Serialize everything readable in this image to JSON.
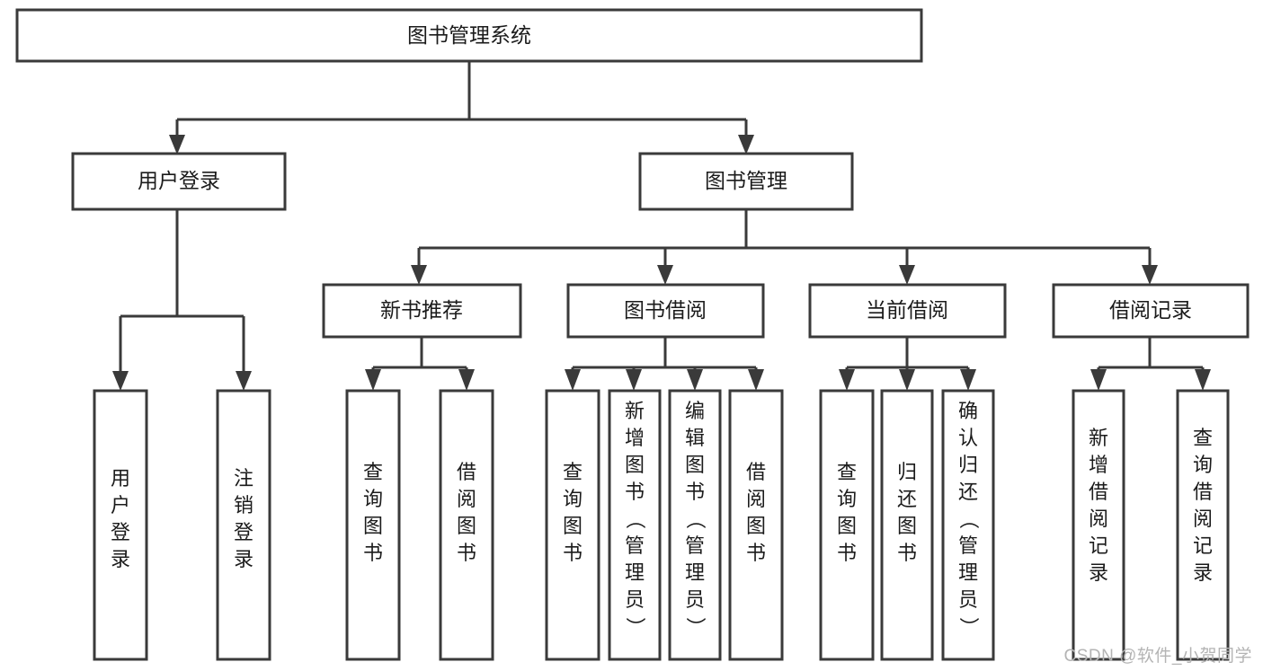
{
  "diagram": {
    "type": "tree-hierarchy-chart",
    "title": "图书管理系统",
    "background_color": "#ffffff",
    "line_color": "#3a3a3a",
    "text_color": "#1b1b1b",
    "watermark": "CSDN @软件_小贺同学",
    "root": {
      "id": "root",
      "label": "图书管理系统",
      "orientation": "horizontal"
    },
    "level2": [
      {
        "id": "user-login",
        "label": "用户登录",
        "orientation": "horizontal"
      },
      {
        "id": "book-management",
        "label": "图书管理",
        "orientation": "horizontal"
      }
    ],
    "level3": [
      {
        "id": "new-book-recommend",
        "label": "新书推荐",
        "orientation": "horizontal",
        "parent": "book-management"
      },
      {
        "id": "book-borrow",
        "label": "图书借阅",
        "orientation": "horizontal",
        "parent": "book-management"
      },
      {
        "id": "current-borrow",
        "label": "当前借阅",
        "orientation": "horizontal",
        "parent": "book-management"
      },
      {
        "id": "borrow-record",
        "label": "借阅记录",
        "orientation": "horizontal",
        "parent": "book-management"
      }
    ],
    "leaves": [
      {
        "id": "leaf-user-login",
        "label": "用户登录",
        "orientation": "vertical",
        "parent": "user-login"
      },
      {
        "id": "leaf-user-logout",
        "label": "注销登录",
        "orientation": "vertical",
        "parent": "user-login"
      },
      {
        "id": "leaf-query-book-1",
        "label": "查询图书",
        "orientation": "vertical",
        "parent": "new-book-recommend"
      },
      {
        "id": "leaf-borrow-book-1",
        "label": "借阅图书",
        "orientation": "vertical",
        "parent": "new-book-recommend"
      },
      {
        "id": "leaf-query-book-2",
        "label": "查询图书",
        "orientation": "vertical",
        "parent": "book-borrow"
      },
      {
        "id": "leaf-add-book-admin",
        "label": "新增图书（管理员）",
        "orientation": "vertical",
        "parent": "book-borrow"
      },
      {
        "id": "leaf-edit-book-admin",
        "label": "编辑图书（管理员）",
        "orientation": "vertical",
        "parent": "book-borrow"
      },
      {
        "id": "leaf-borrow-book-2",
        "label": "借阅图书",
        "orientation": "vertical",
        "parent": "book-borrow"
      },
      {
        "id": "leaf-query-book-3",
        "label": "查询图书",
        "orientation": "vertical",
        "parent": "current-borrow"
      },
      {
        "id": "leaf-return-book",
        "label": "归还图书",
        "orientation": "vertical",
        "parent": "current-borrow"
      },
      {
        "id": "leaf-confirm-return-admin",
        "label": "确认归还（管理员）",
        "orientation": "vertical",
        "parent": "current-borrow"
      },
      {
        "id": "leaf-add-borrow-record",
        "label": "新增借阅记录",
        "orientation": "vertical",
        "parent": "borrow-record"
      },
      {
        "id": "leaf-query-borrow-record",
        "label": "查询借阅记录",
        "orientation": "vertical",
        "parent": "borrow-record"
      }
    ]
  }
}
